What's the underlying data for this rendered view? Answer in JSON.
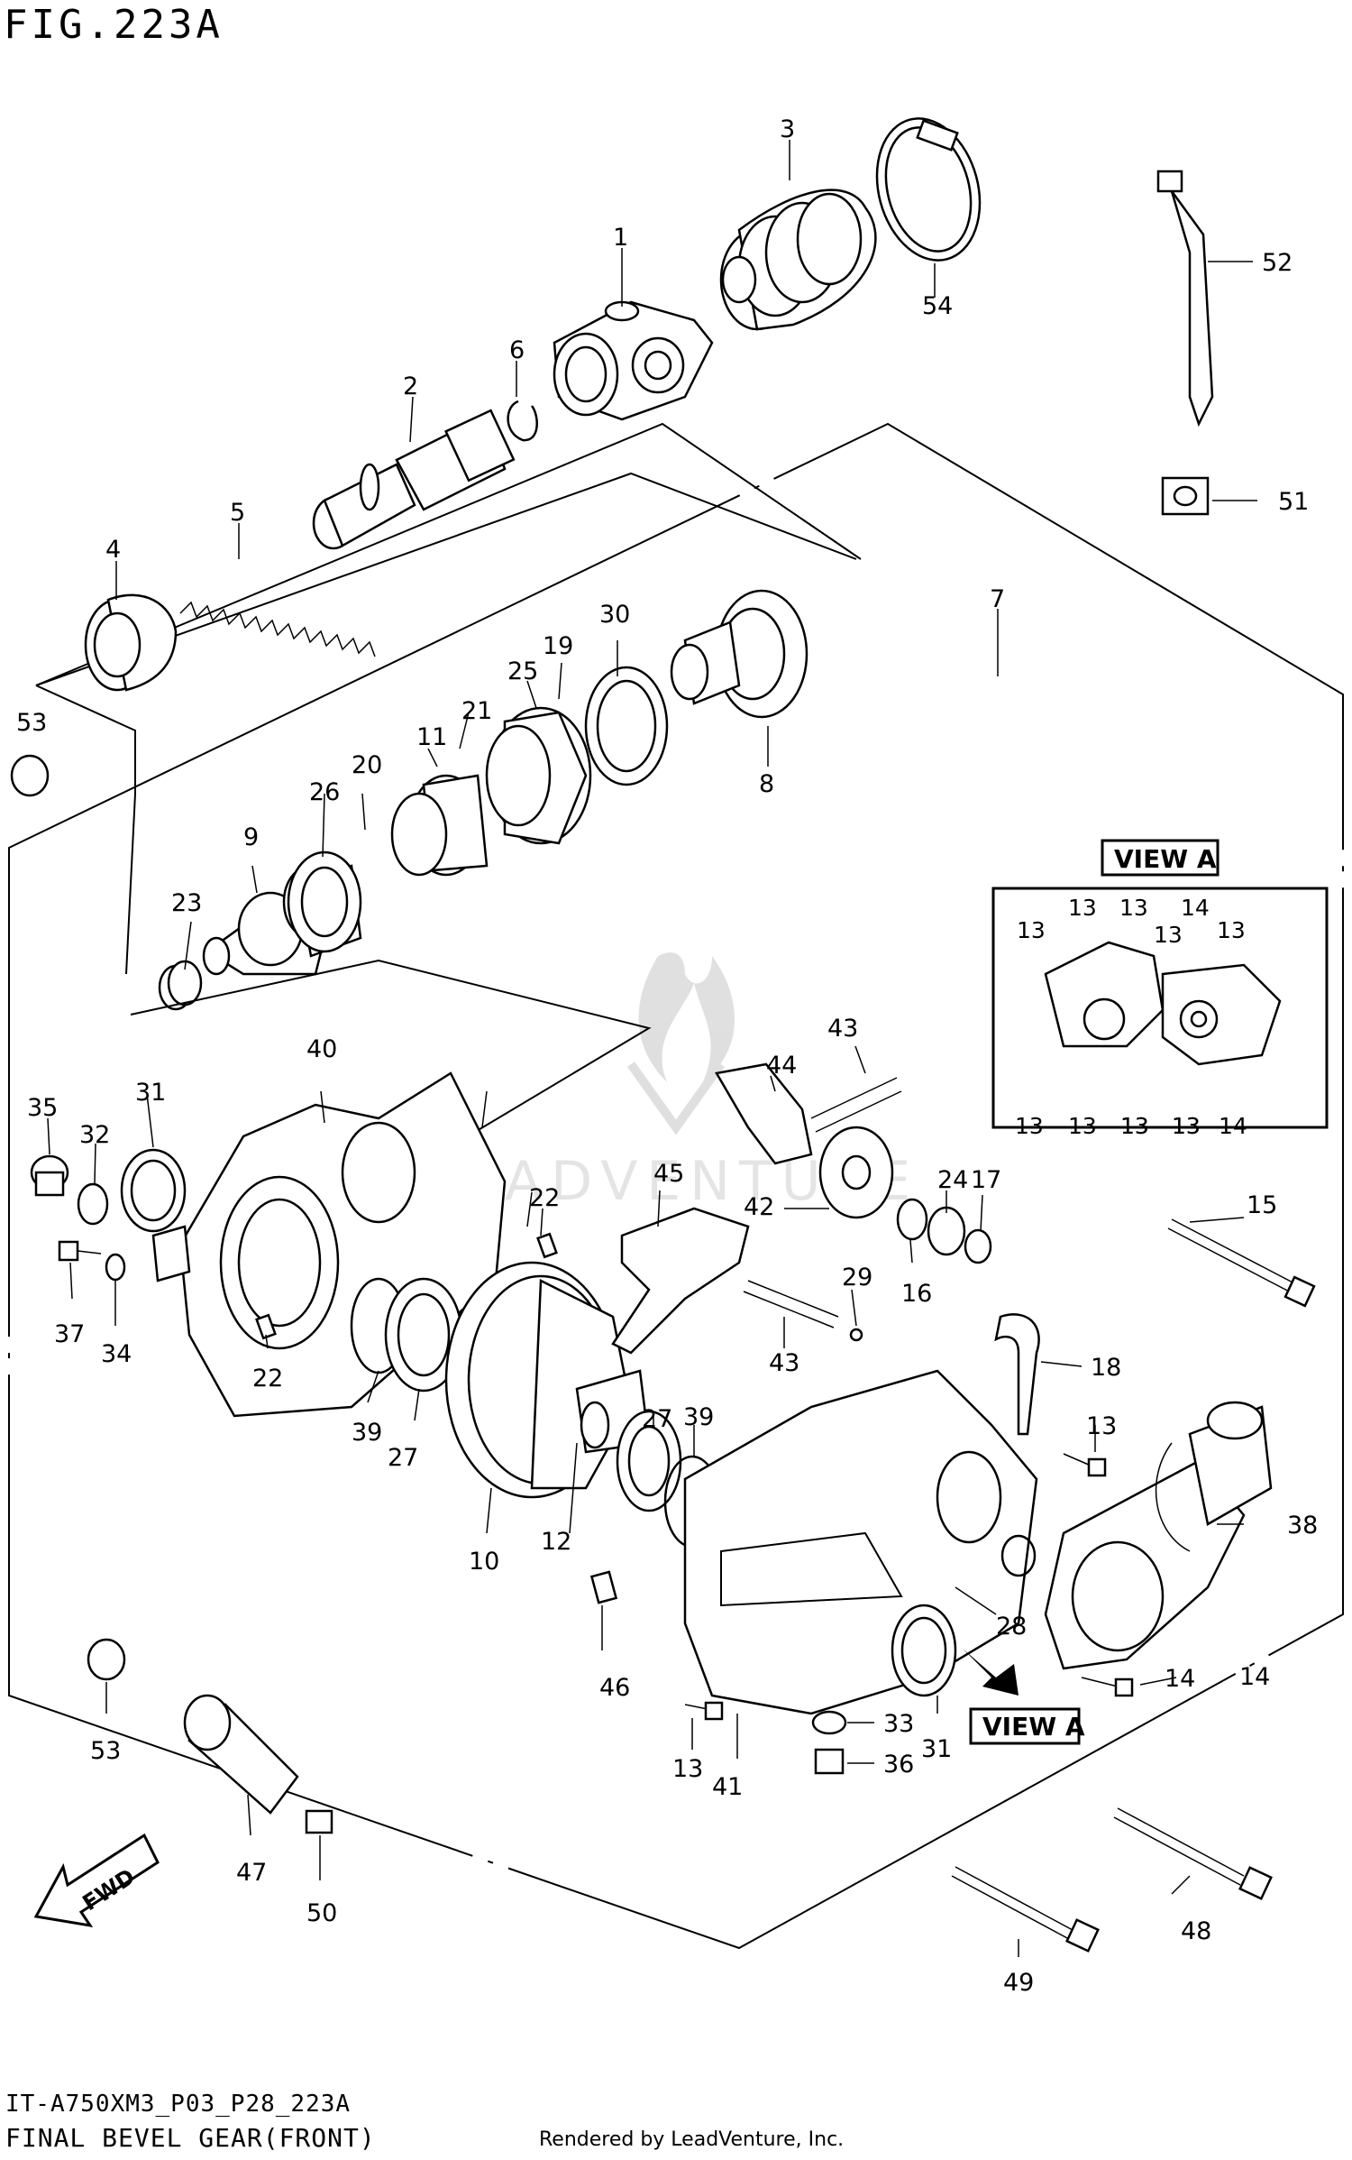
{
  "header": {
    "figure": "FIG.223A"
  },
  "footer": {
    "code": "IT-A750XM3_P03_P28_223A",
    "name": "FINAL BEVEL GEAR(FRONT)",
    "credit": "Rendered by LeadVenture, Inc."
  },
  "watermark": "ADVENTURE",
  "view_a": {
    "title": "VIEW A",
    "callout": "VIEW A"
  },
  "fwd_label": "FWD",
  "callouts": [
    {
      "n": "1"
    },
    {
      "n": "2"
    },
    {
      "n": "3"
    },
    {
      "n": "4"
    },
    {
      "n": "5"
    },
    {
      "n": "6"
    },
    {
      "n": "7"
    },
    {
      "n": "8"
    },
    {
      "n": "9"
    },
    {
      "n": "10"
    },
    {
      "n": "11"
    },
    {
      "n": "12"
    },
    {
      "n": "13"
    },
    {
      "n": "14"
    },
    {
      "n": "15"
    },
    {
      "n": "16"
    },
    {
      "n": "17"
    },
    {
      "n": "18"
    },
    {
      "n": "19"
    },
    {
      "n": "20"
    },
    {
      "n": "21"
    },
    {
      "n": "22"
    },
    {
      "n": "22"
    },
    {
      "n": "23"
    },
    {
      "n": "24"
    },
    {
      "n": "25"
    },
    {
      "n": "26"
    },
    {
      "n": "27"
    },
    {
      "n": "27"
    },
    {
      "n": "28"
    },
    {
      "n": "29"
    },
    {
      "n": "30"
    },
    {
      "n": "31"
    },
    {
      "n": "31"
    },
    {
      "n": "32"
    },
    {
      "n": "33"
    },
    {
      "n": "34"
    },
    {
      "n": "35"
    },
    {
      "n": "36"
    },
    {
      "n": "37"
    },
    {
      "n": "38"
    },
    {
      "n": "39"
    },
    {
      "n": "39"
    },
    {
      "n": "40"
    },
    {
      "n": "41"
    },
    {
      "n": "42"
    },
    {
      "n": "43"
    },
    {
      "n": "43"
    },
    {
      "n": "44"
    },
    {
      "n": "45"
    },
    {
      "n": "46"
    },
    {
      "n": "47"
    },
    {
      "n": "48"
    },
    {
      "n": "49"
    },
    {
      "n": "50"
    },
    {
      "n": "51"
    },
    {
      "n": "52"
    },
    {
      "n": "53"
    },
    {
      "n": "53"
    },
    {
      "n": "54"
    },
    {
      "n": "13"
    },
    {
      "n": "14"
    }
  ],
  "view_a_labels": [
    "13",
    "13",
    "13",
    "14",
    "13",
    "13",
    "13",
    "13",
    "13",
    "13",
    "13",
    "13",
    "14"
  ]
}
